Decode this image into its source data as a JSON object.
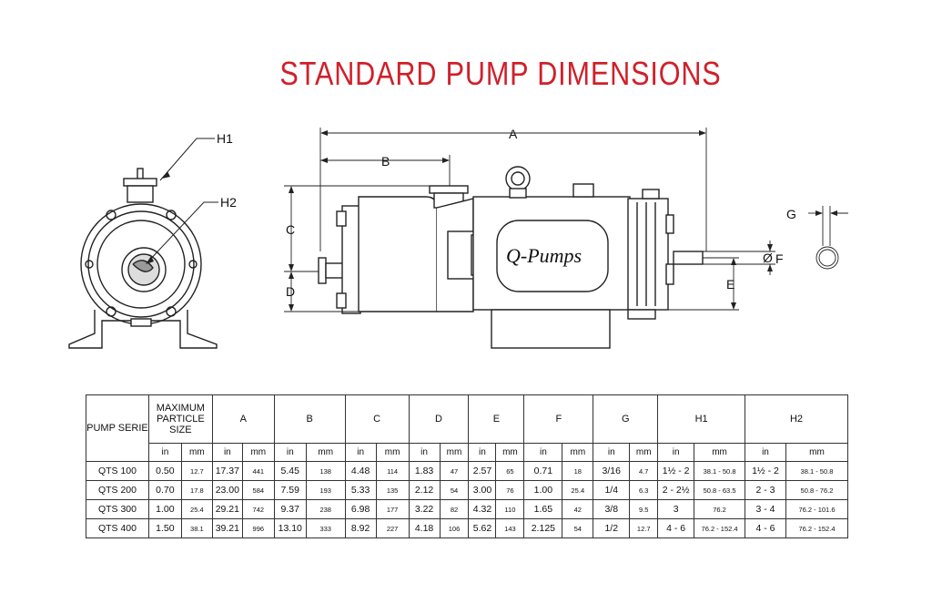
{
  "title": "STANDARD PUMP DIMENSIONS",
  "logo_text": "Q-Pumps",
  "labels": {
    "H1": "H1",
    "H2": "H2",
    "A": "A",
    "B": "B",
    "C": "C",
    "D": "D",
    "E": "E",
    "F": "F",
    "G": "G",
    "phi": "Ø"
  },
  "table": {
    "header_pump": "PUMP SERIE",
    "header_particle": "MAXIMUM PARTICLE SIZE",
    "columns": [
      "A",
      "B",
      "C",
      "D",
      "E",
      "F",
      "G",
      "H1",
      "H2"
    ],
    "unit_in": "in",
    "unit_mm": "mm",
    "rows": [
      {
        "name": "QTS 100",
        "cells": [
          "0.50",
          "12.7",
          "17.37",
          "441",
          "5.45",
          "138",
          "4.48",
          "114",
          "1.83",
          "47",
          "2.57",
          "65",
          "0.71",
          "18",
          "3/16",
          "4.7",
          "1½ - 2",
          "38.1 - 50.8",
          "1½ - 2",
          "38.1 - 50.8"
        ]
      },
      {
        "name": "QTS 200",
        "cells": [
          "0.70",
          "17.8",
          "23.00",
          "584",
          "7.59",
          "193",
          "5.33",
          "135",
          "2.12",
          "54",
          "3.00",
          "76",
          "1.00",
          "25.4",
          "1/4",
          "6.3",
          "2 - 2½",
          "50.8 - 63.5",
          "2 - 3",
          "50.8 - 76.2"
        ]
      },
      {
        "name": "QTS 300",
        "cells": [
          "1.00",
          "25.4",
          "29.21",
          "742",
          "9.37",
          "238",
          "6.98",
          "177",
          "3.22",
          "82",
          "4.32",
          "110",
          "1.65",
          "42",
          "3/8",
          "9.5",
          "3",
          "76.2",
          "3 - 4",
          "76.2 - 101.6"
        ]
      },
      {
        "name": "QTS 400",
        "cells": [
          "1.50",
          "38.1",
          "39.21",
          "996",
          "13.10",
          "333",
          "8.92",
          "227",
          "4.18",
          "106",
          "5.62",
          "143",
          "2.125",
          "54",
          "1/2",
          "12.7",
          "4 - 6",
          "76.2 - 152.4",
          "4 - 6",
          "76.2 - 152.4"
        ]
      }
    ]
  }
}
